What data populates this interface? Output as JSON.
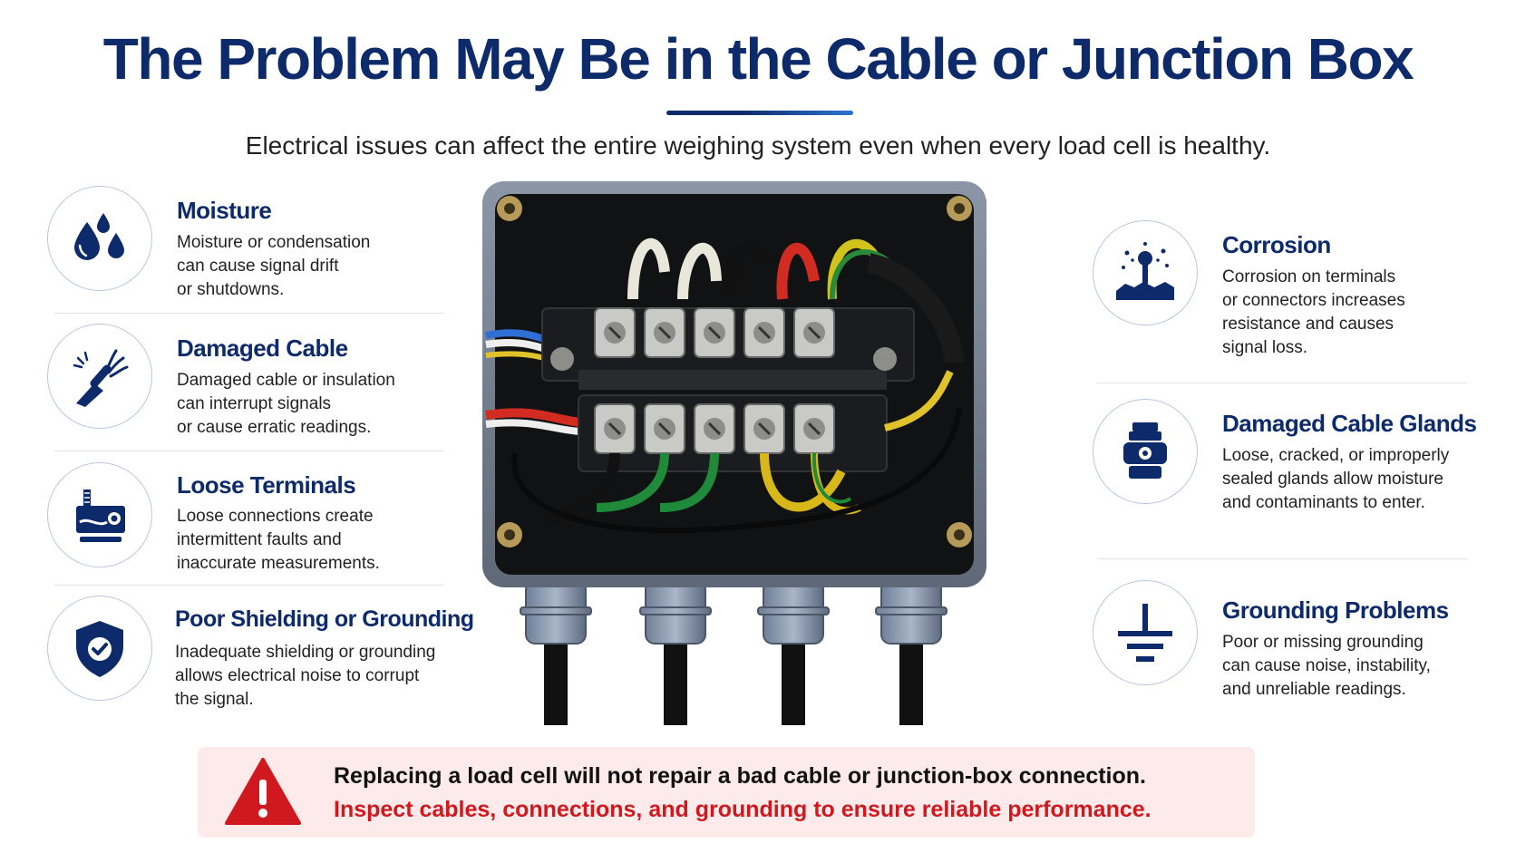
{
  "header": {
    "title": "The Problem May Be in the Cable or Junction Box",
    "subtitle": "Electrical issues can affect the entire weighing system even when every load cell is healthy."
  },
  "left_items": [
    {
      "icon": "water-drops-icon",
      "title": "Moisture",
      "desc": "Moisture or condensation\ncan cause signal drift\nor shutdowns."
    },
    {
      "icon": "broken-cable-icon",
      "title": "Damaged Cable",
      "desc": "Damaged cable or insulation\ncan interrupt signals\nor cause erratic readings."
    },
    {
      "icon": "loose-terminal-icon",
      "title": "Loose Terminals",
      "desc": "Loose connections create\nintermittent faults and\ninaccurate measurements."
    },
    {
      "icon": "shield-check-icon",
      "title": "Poor Shielding or Grounding",
      "desc": "Inadequate shielding or grounding\nallows electrical noise to corrupt\nthe signal."
    }
  ],
  "right_items": [
    {
      "icon": "corrosion-icon",
      "title": "Corrosion",
      "desc": "Corrosion on terminals\nor connectors increases\nresistance and causes\nsignal loss."
    },
    {
      "icon": "cable-gland-icon",
      "title": "Damaged Cable Glands",
      "desc": "Loose, cracked, or improperly\nsealed glands allow moisture\nand contaminants to enter."
    },
    {
      "icon": "ground-icon",
      "title": "Grounding Problems",
      "desc": "Poor or missing grounding\ncan cause noise, instability,\nand unreliable readings."
    }
  ],
  "alert": {
    "icon": "warning-triangle-icon",
    "line1": "Replacing a load cell will not repair a bad cable or junction-box connection.",
    "line2": "Inspect cables, connections, and grounding to ensure reliable performance."
  },
  "colors": {
    "navy": "#0d2a6b",
    "accent_blue": "#2c73d2",
    "alert_red": "#d0191f",
    "alert_bg": "#fdebeb"
  }
}
